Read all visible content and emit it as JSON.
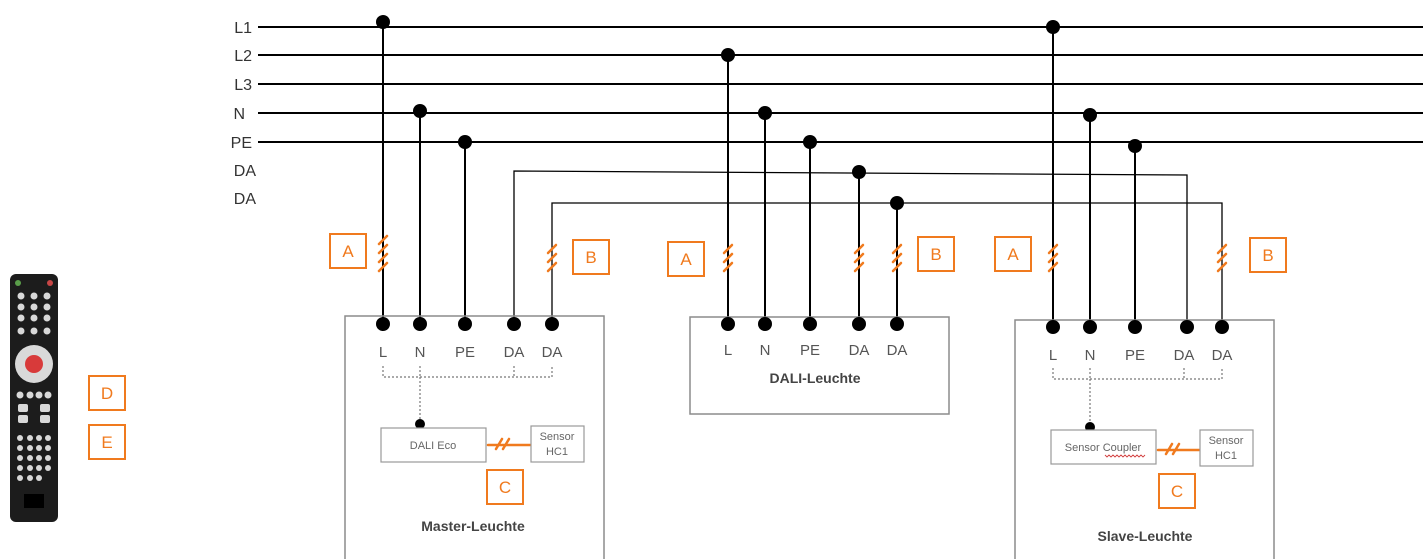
{
  "bus": {
    "lines": [
      "L1",
      "L2",
      "L3",
      "N",
      "PE",
      "DA",
      "DA"
    ]
  },
  "fixtures": {
    "master": {
      "title": "Master-Leuchte",
      "terminals": [
        "L",
        "N",
        "PE",
        "DA",
        "DA"
      ],
      "module": "DALI Eco",
      "sensor_line1": "Sensor",
      "sensor_line2": "HC1"
    },
    "dali": {
      "title": "DALI-Leuchte",
      "terminals": [
        "L",
        "N",
        "PE",
        "DA",
        "DA"
      ]
    },
    "slave": {
      "title": "Slave-Leuchte",
      "terminals": [
        "L",
        "N",
        "PE",
        "DA",
        "DA"
      ],
      "module_word1": "Sensor",
      "module_word2": "Coupler",
      "sensor_line1": "Sensor",
      "sensor_line2": "HC1"
    }
  },
  "tags": {
    "a": "A",
    "b": "B",
    "c": "C",
    "d": "D",
    "e": "E"
  },
  "colors": {
    "accent": "#f07a1e",
    "wire": "#000000",
    "box_border": "#8c8c8c"
  },
  "icons": {
    "remote": "remote-control-icon"
  }
}
